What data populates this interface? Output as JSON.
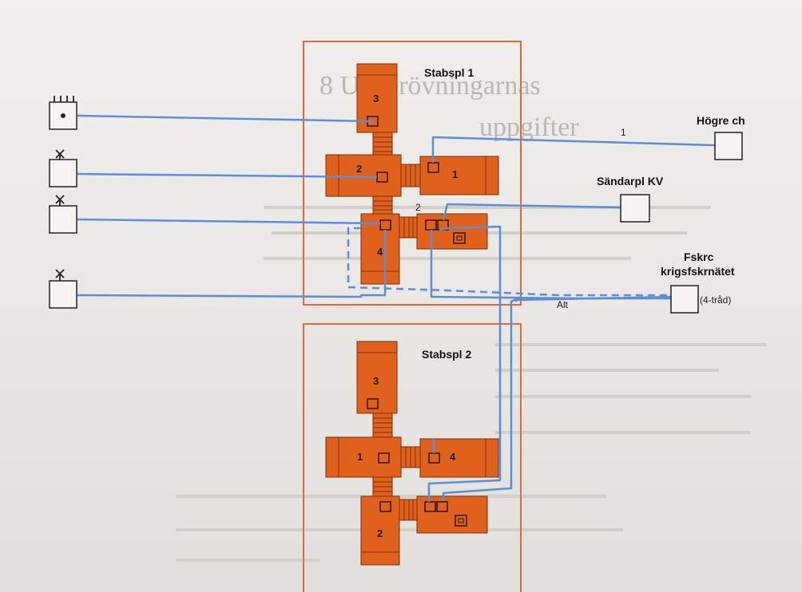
{
  "diagram": {
    "units": {
      "stabspl_1": {
        "title": "Stabspl 1",
        "vehicles": [
          "3",
          "2",
          "1",
          "4"
        ]
      },
      "stabspl_2": {
        "title": "Stabspl 2",
        "vehicles": [
          "3",
          "1",
          "4",
          "2"
        ]
      }
    },
    "external_nodes": {
      "hogre_ch": "Högre ch",
      "sandarpl_kv": "Sändarpl KV",
      "fskrc_line1": "Fskrc",
      "fskrc_line2": "krigsfskrnätet",
      "four_trad": "(4-tråd)"
    },
    "line_labels": {
      "line1": "1",
      "line2": "2",
      "alt": "Alt"
    },
    "colors": {
      "vehicle": "#e0611c",
      "frame": "#e4683a",
      "wire": "#5b8ed6",
      "terminal": "#222222"
    }
  }
}
